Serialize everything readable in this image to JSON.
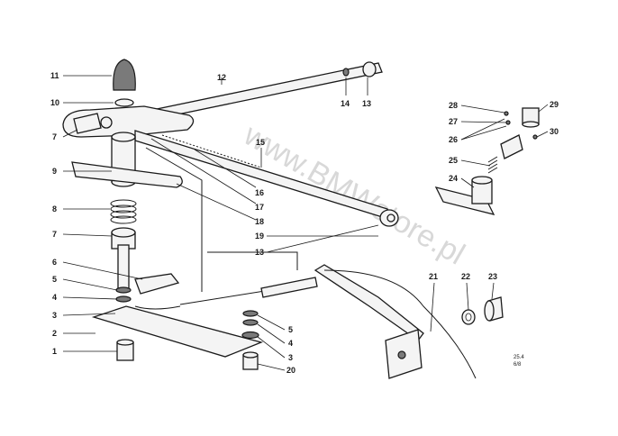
{
  "watermark": "www.BMWstore.pl",
  "reference": {
    "line1": "25.4",
    "line2": "6/8"
  },
  "callouts": {
    "c1": "1",
    "c2": "2",
    "c3": "3",
    "c4": "4",
    "c5": "5",
    "c6": "6",
    "c7": "7",
    "c8": "8",
    "c9": "9",
    "c10": "10",
    "c11": "11",
    "c12": "12",
    "c13": "13",
    "c14": "14",
    "c15": "15",
    "c16": "16",
    "c17": "17",
    "c18": "18",
    "c19": "19",
    "c20": "20",
    "c21": "21",
    "c22": "22",
    "c23": "23",
    "c24": "24",
    "c25": "25",
    "c26": "26",
    "c27": "27",
    "c28": "28",
    "c29": "29",
    "c30": "30"
  }
}
